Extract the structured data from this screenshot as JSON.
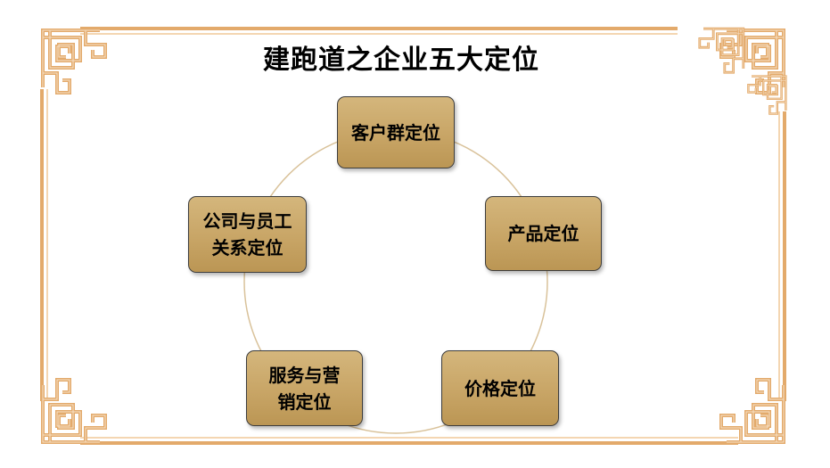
{
  "title": "建跑道之企业五大定位",
  "colors": {
    "frame": "#e3aa6b",
    "frame_inner": "#f5dcc0",
    "cycle": "#d9c29a",
    "node_fill": "#c8a566",
    "node_border": "#3d3d3d",
    "text": "#000000"
  },
  "diagram": {
    "type": "cycle",
    "nodes": [
      {
        "id": "customer",
        "label": "客户群定位"
      },
      {
        "id": "product",
        "label": "产品定位"
      },
      {
        "id": "price",
        "label": "价格定位"
      },
      {
        "id": "service",
        "label": "服务与营销定位"
      },
      {
        "id": "company",
        "label": "公司与员工关系定位"
      }
    ]
  }
}
